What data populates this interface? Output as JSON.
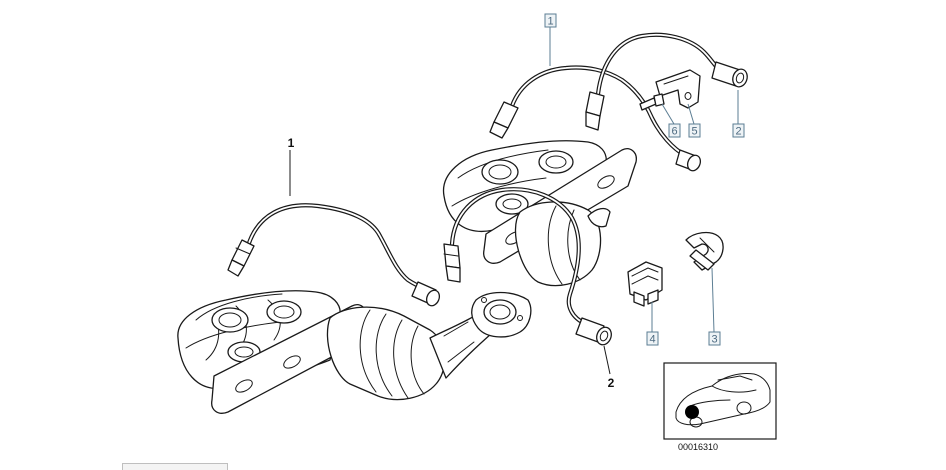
{
  "callouts": {
    "c1_top": "1",
    "c2_right": "2",
    "c3": "3",
    "c4": "4",
    "c5": "5",
    "c6": "6"
  },
  "labels": {
    "bold_1": "1",
    "bold_2": "2"
  },
  "inset": {
    "diagram_id": "00016310"
  },
  "colors": {
    "callout_fill": "#eef3f6",
    "callout_stroke": "#5b7d93",
    "line": "#1a1a1a"
  }
}
